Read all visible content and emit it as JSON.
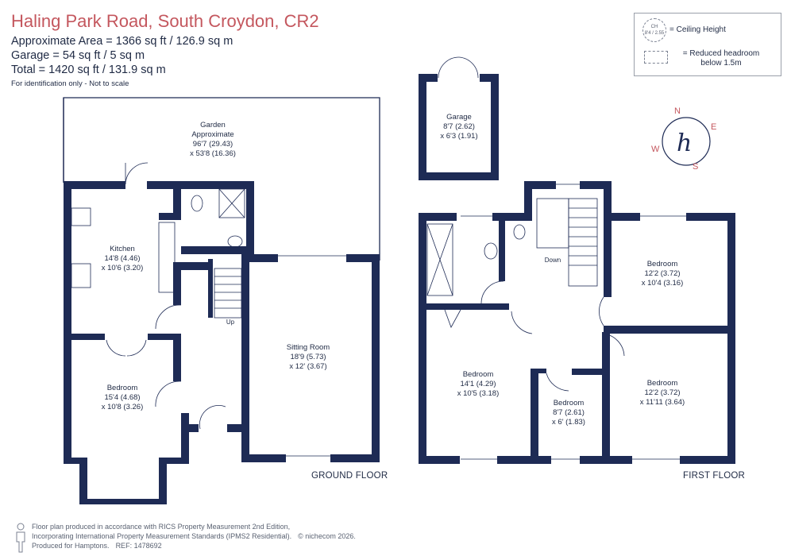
{
  "header": {
    "title": "Haling Park Road, South Croydon, CR2",
    "area_line": "Approximate Area = 1366 sq ft / 126.9 sq m",
    "garage_line": "Garage = 54 sq ft / 5 sq m",
    "total_line": "Total = 1420 sq ft / 131.9 sq m",
    "note": "For identification only - Not to scale"
  },
  "legend": {
    "ceiling_symbol_label": "CH",
    "ceiling_symbol_value": "8'4 / 2.55",
    "ceiling_text": "= Ceiling Height",
    "headroom_text_1": "= Reduced headroom",
    "headroom_text_2": "below 1.5m"
  },
  "compass": {
    "n": "N",
    "e": "E",
    "s": "S",
    "w": "W",
    "logo": "h"
  },
  "ground_floor": {
    "label": "GROUND FLOOR",
    "garden": {
      "name": "Garden",
      "sub": "Approximate",
      "dim1": "96'7 (29.43)",
      "dim2": "x 53'8 (16.36)"
    },
    "kitchen": {
      "name": "Kitchen",
      "dim1": "14'8 (4.46)",
      "dim2": "x 10'6 (3.20)"
    },
    "bedroom": {
      "name": "Bedroom",
      "dim1": "15'4 (4.68)",
      "dim2": "x 10'8 (3.26)"
    },
    "sitting": {
      "name": "Sitting Room",
      "dim1": "18'9 (5.73)",
      "dim2": "x 12' (3.67)"
    },
    "stairs_label": "Up"
  },
  "garage": {
    "name": "Garage",
    "dim1": "8'7 (2.62)",
    "dim2": "x 6'3 (1.91)"
  },
  "first_floor": {
    "label": "FIRST FLOOR",
    "bedroom_tr": {
      "name": "Bedroom",
      "dim1": "12'2 (3.72)",
      "dim2": "x 10'4 (3.16)"
    },
    "bedroom_l": {
      "name": "Bedroom",
      "dim1": "14'1 (4.29)",
      "dim2": "x 10'5 (3.18)"
    },
    "bedroom_s": {
      "name": "Bedroom",
      "dim1": "8'7 (2.61)",
      "dim2": "x 6' (1.83)"
    },
    "bedroom_br": {
      "name": "Bedroom",
      "dim1": "12'2 (3.72)",
      "dim2": "x 11'11 (3.64)"
    },
    "stairs_label": "Down"
  },
  "footer": {
    "line1": "Floor plan produced in accordance with RICS Property Measurement 2nd Edition,",
    "line2a": "Incorporating International Property Measurement Standards (IPMS2 Residential).",
    "line2b": "© nichecom 2026.",
    "line3a": "Produced for Hamptons.",
    "line3b": "REF: 1478692"
  },
  "colors": {
    "wall": "#1e2b55",
    "title": "#c4575e",
    "compass": "#c4575e"
  }
}
